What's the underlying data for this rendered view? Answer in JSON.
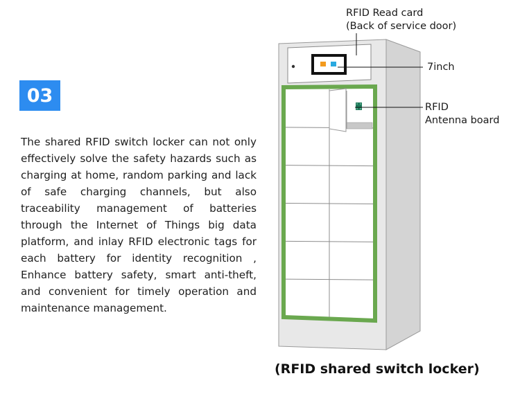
{
  "section": {
    "number": "03",
    "accent_color": "#2d8cf0"
  },
  "description": {
    "text": "The shared RFID switch locker can not only effectively solve the safety hazards such as charging at home, random parking and lack of safe charging channels, but also traceability management of batteries through the Internet of Things big data platform, and inlay RFID electronic tags for each battery for identity recognition , Enhance battery safety, smart anti-theft, and convenient for timely operation and maintenance management."
  },
  "diagram": {
    "callouts": {
      "rfid_read_card": [
        "RFID Read card",
        "(Back of service door)"
      ],
      "screen": "7inch",
      "antenna": [
        "RFID",
        "Antenna board"
      ]
    },
    "locker": {
      "columns": 2,
      "rows": 6,
      "open_doors": 1,
      "frame_color": "#6aa84f",
      "body_color": "#e8e8e8",
      "side_color": "#d4d4d4",
      "antenna_color": "#1e7a5a",
      "screen_icon_colors": [
        "#f39a1e",
        "#2aa9e0"
      ]
    },
    "caption": "(RFID shared switch locker)"
  }
}
